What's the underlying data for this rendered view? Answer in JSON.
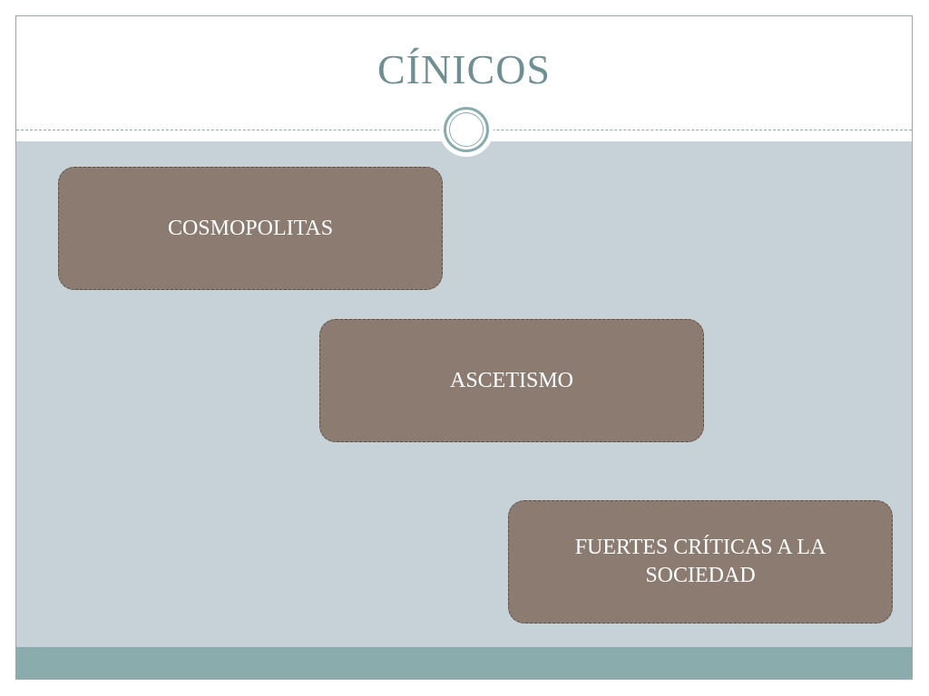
{
  "slide": {
    "title": "CÍNICOS",
    "items": [
      {
        "label": "COSMOPOLITAS"
      },
      {
        "label": "ASCETISMO"
      },
      {
        "label": "FUERTES CRÍTICAS A LA SOCIEDAD"
      }
    ]
  },
  "colors": {
    "title": "#6f8f92",
    "content_background": "#c6d2d7",
    "box_fill": "#8c7b70",
    "footer_bar": "#8bacac",
    "ornament": "#8aabae"
  }
}
